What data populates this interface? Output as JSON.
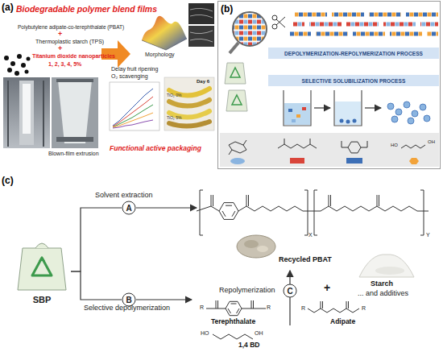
{
  "diagram": {
    "nodes": [
      {
        "text": [
          "(b)"
        ]
      },
      {
        "text": [
          "DEPOLYMERIZATION-REPOLYMERIZATION PROCESS"
        ],
        "in": 0
      },
      {
        "text": [
          "SELECTIVE SOLUBILIZATION PROCESS"
        ],
        "in": 0
      },
      {
        "text": [
          "SBP"
        ]
      },
      {
        "text": [
          "A"
        ]
      },
      {
        "text": [
          "B"
        ]
      },
      {
        "text": [
          "C"
        ]
      }
    ],
    "edges": [
      {
        "from": 3,
        "to": 4,
        "arrow": "none"
      },
      {
        "from": 3,
        "to": 5,
        "arrow": "none"
      }
    ],
    "labels": [
      "(a)",
      "Biodegradable polymer blend films",
      "Polybutylene adipate-co-terephthalate (PBAT)",
      "+",
      "Thermoplastic starch (TPS)",
      "+",
      "Titanium dioxide nanoparticles",
      "1, 2, 3, 4, 5%",
      "Blown-film extrusion",
      "Morphology",
      "Delay fruit ripening",
      "O₂ scavenging",
      "Day 6",
      "TiO₂ 0%",
      "TiO₂ 5%",
      "Functional active packaging",
      "HO",
      "OH",
      "(c)",
      "Solvent extraction",
      "Selective depolymerization",
      "Recycled PBAT",
      "Repolymerization",
      "+",
      "Starch",
      "... and additives",
      "Terephthalate",
      "Adipate",
      "HO",
      "OH",
      "1,4 BD",
      "R",
      "R",
      "R",
      "R",
      "X",
      "Y"
    ]
  }
}
